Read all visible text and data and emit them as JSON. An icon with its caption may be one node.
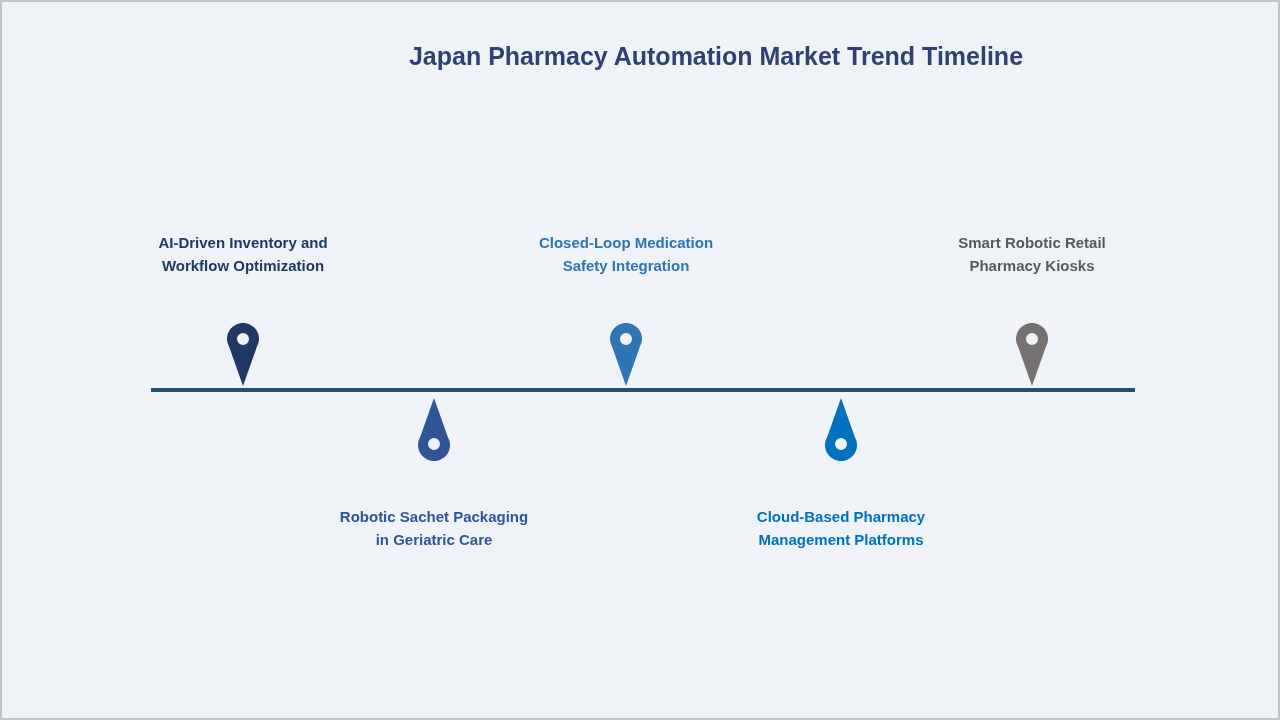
{
  "diagram": {
    "title": "Japan Pharmacy Automation Market Trend Timeline",
    "labels": [
      "AI-Driven Inventory and Workflow Optimization",
      "Robotic Sachet Packaging in Geriatric Care",
      "Closed-Loop Medication Safety Integration",
      "Cloud-Based Pharmacy Management Platforms",
      "Smart Robotic Retail Pharmacy Kiosks"
    ]
  }
}
